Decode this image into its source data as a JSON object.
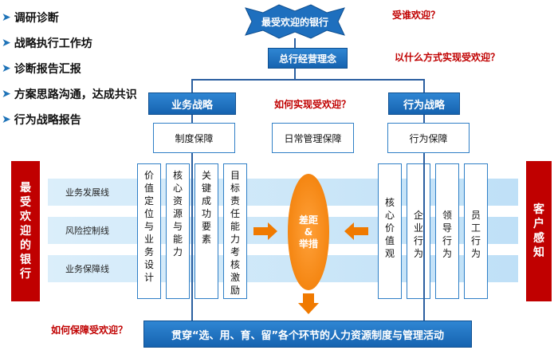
{
  "left_list": [
    "调研诊断",
    "战略执行工作坊",
    "诊断报告汇报",
    "方案思路沟通，达成共识",
    "行为战略报告"
  ],
  "top_banner": "最受欢迎的银行",
  "questions": {
    "who": "受谁欢迎？",
    "how_way": "以什么方式实现受欢迎？",
    "how_achieve": "如何实现受欢迎？",
    "how_ensure": "如何保障受欢迎？"
  },
  "philosophy": "总行经营理念",
  "business_strategy": "业务战略",
  "behavior_strategy": "行为战略",
  "system_guarantee": "制度保障",
  "daily_guarantee": "日常管理保障",
  "behavior_guarantee": "行为保障",
  "bands": [
    "业务发展线",
    "风险控制线",
    "业务保障线"
  ],
  "left_side": "最受欢迎的银行",
  "right_side": "客户感知",
  "left_columns": [
    "价值定位与业务设计",
    "核心资源与能力",
    "关键成功要素",
    "目标责任能力考核激励"
  ],
  "right_columns": [
    "核心价值观",
    "企业行为",
    "领导行为",
    "员工行为"
  ],
  "gap_title": "差距",
  "gap_amp": "&",
  "gap_measures": "举措",
  "bottom_bar": "贯穿“选、用、育、留”各个环节的人力资源制度与管理活动",
  "colors": {
    "blue": "#1e6fbe",
    "red": "#c00000",
    "orange": "#f07a00",
    "band": "#cfe7f8"
  }
}
